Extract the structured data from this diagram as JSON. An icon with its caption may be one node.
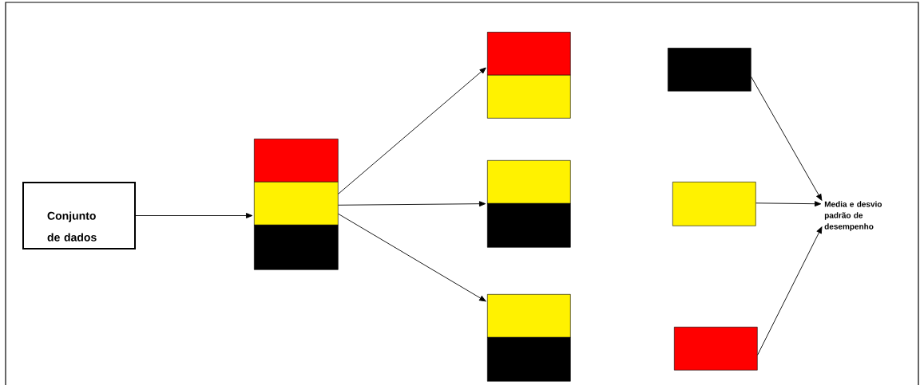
{
  "diagram": {
    "nodes": [
      {
        "text": [
          "Conjunto de dados"
        ]
      },
      {
        "text": [],
        "shape": "box"
      },
      {
        "text": [],
        "shape": "box"
      },
      {
        "text": [],
        "shape": "box"
      },
      {
        "text": [],
        "shape": "box"
      },
      {
        "text": [],
        "shape": "box"
      },
      {
        "text": [],
        "shape": "box"
      },
      {
        "text": [],
        "shape": "box"
      },
      {
        "text": [],
        "shape": "box"
      },
      {
        "text": [],
        "shape": "box"
      },
      {
        "text": [],
        "shape": "box"
      },
      {
        "text": [],
        "shape": "box"
      },
      {
        "text": [],
        "shape": "box"
      },
      {
        "text": [
          "Media e desvio padrão de desempenho"
        ]
      }
    ],
    "edges": [
      {
        "from": 0,
        "to": 2,
        "arrow": "to"
      },
      {
        "from": 2,
        "to": 4,
        "arrow": "to"
      },
      {
        "from": 2,
        "to": 6,
        "arrow": "to"
      },
      {
        "from": 2,
        "to": 8,
        "arrow": "to"
      },
      {
        "from": 10,
        "to": 13,
        "arrow": "to"
      },
      {
        "from": 11,
        "to": 13,
        "arrow": "to"
      },
      {
        "from": 12,
        "to": 13,
        "arrow": "to"
      }
    ]
  }
}
